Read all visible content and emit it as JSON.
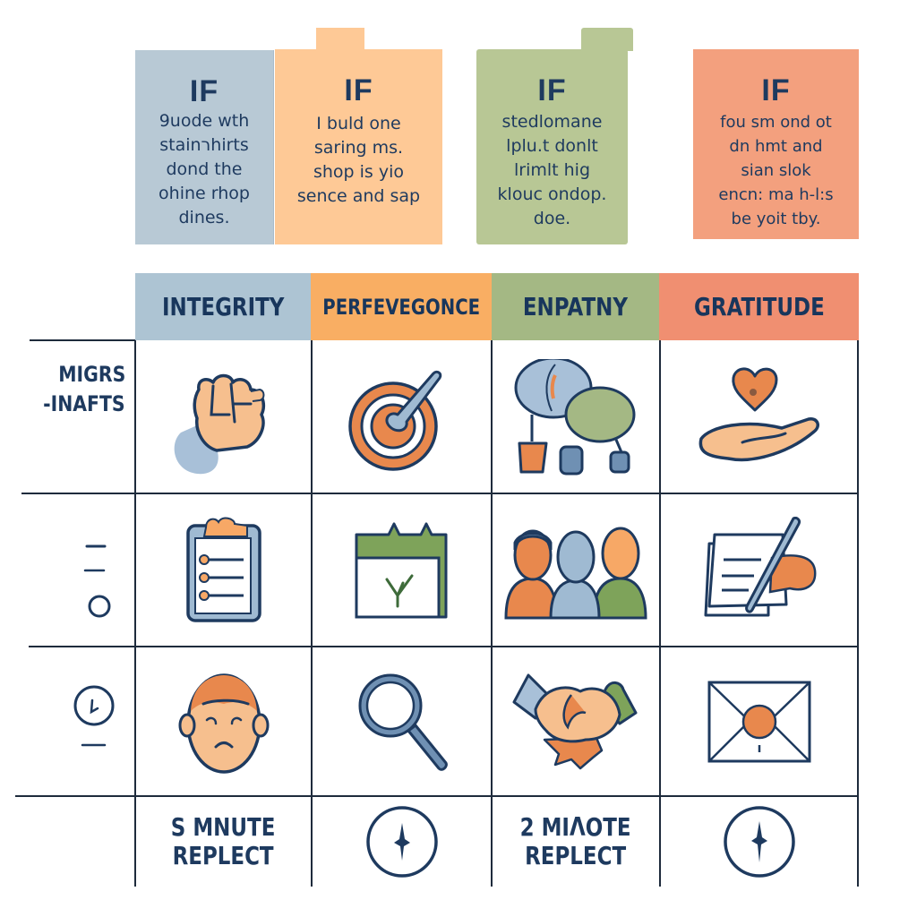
{
  "cards": [
    {
      "title": "IF",
      "body": "9uode wth\nstainרhirts\ndond the\nohine rhop\ndines.",
      "color": "#b8c9d5"
    },
    {
      "title": "IF",
      "body": "I buld one\nsaring ms.\nshop is yio\nsence and sap",
      "color": "#fec996"
    },
    {
      "title": "IF",
      "body": "stedlomane\nlplu.t donlt\nlrimlt hig\nklouc ondop.\ndoe.",
      "color": "#b8c795"
    },
    {
      "title": "IF",
      "body": "fou sm ond ot\ndn hmt and\nsian slok\nencn: ma h-l:s\nbe yoit tby.",
      "color": "#f3a07e"
    }
  ],
  "columns": [
    {
      "label": "INTEGRITY",
      "color": "#adc4d3"
    },
    {
      "label": "PERFEVEGONCE",
      "color": "#f9ae63"
    },
    {
      "label": "ENPATNY",
      "color": "#a4b884"
    },
    {
      "label": "GRATITUDE",
      "color": "#f08f71"
    }
  ],
  "rows": [
    {
      "label_line1": "MIGRS",
      "label_line2": "-INAFTS",
      "icons": [
        "fist-icon",
        "target-icon",
        "brain-network-icon",
        "heart-hand-icon"
      ]
    },
    {
      "label_icon": "list-circle-icon",
      "icons": [
        "clipboard-checklist-icon",
        "calendar-sprout-icon",
        "people-group-icon",
        "writing-hand-icon"
      ]
    },
    {
      "label_icon": "clock-icon",
      "icons": [
        "face-icon",
        "magnifier-icon",
        "handshake-icon",
        "envelope-seal-icon"
      ]
    }
  ],
  "footer": {
    "cell1_line1": "S MNUTE",
    "cell1_line2": "REPLECT",
    "cell2_icon": "compass-icon",
    "cell3_line1": "2 MIΛOTE",
    "cell3_line2": "REPLECT",
    "cell4_icon": "compass-icon"
  },
  "palette": {
    "ink": "#1e3a5f",
    "blue": "#9fbad2",
    "orange": "#e8884d",
    "skin": "#f6bf8e",
    "green": "#7ea35a"
  }
}
